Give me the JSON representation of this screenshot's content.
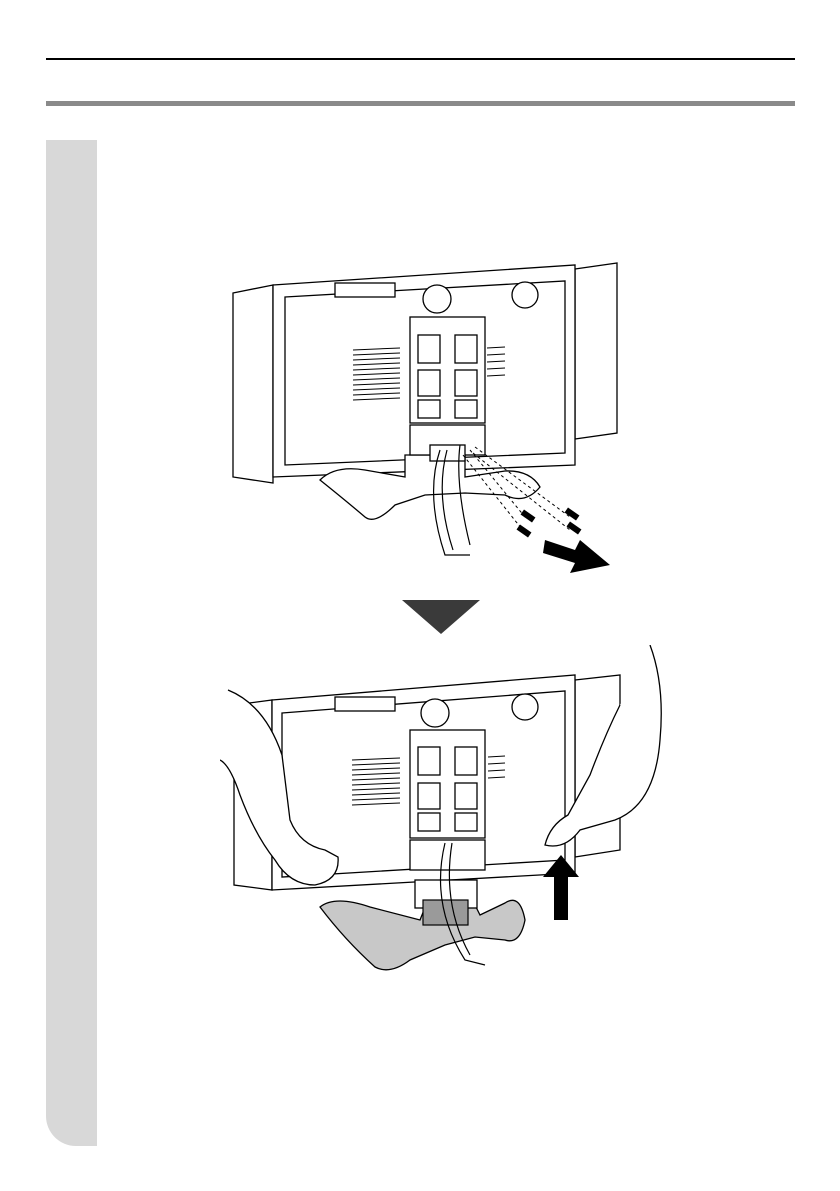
{
  "document": {
    "kind": "installation manual page",
    "figures": [
      {
        "id": "remove-stand-screws",
        "direction_arrow": "down-right"
      },
      {
        "id": "lift-display-off-stand",
        "direction_arrow": "up"
      }
    ],
    "colors": {
      "rule": "#000000",
      "grey_rule": "#8a8a8a",
      "side_tab": "#d8d8d8",
      "stand_shade": "#c8c8c8",
      "arrow": "#000000"
    }
  }
}
